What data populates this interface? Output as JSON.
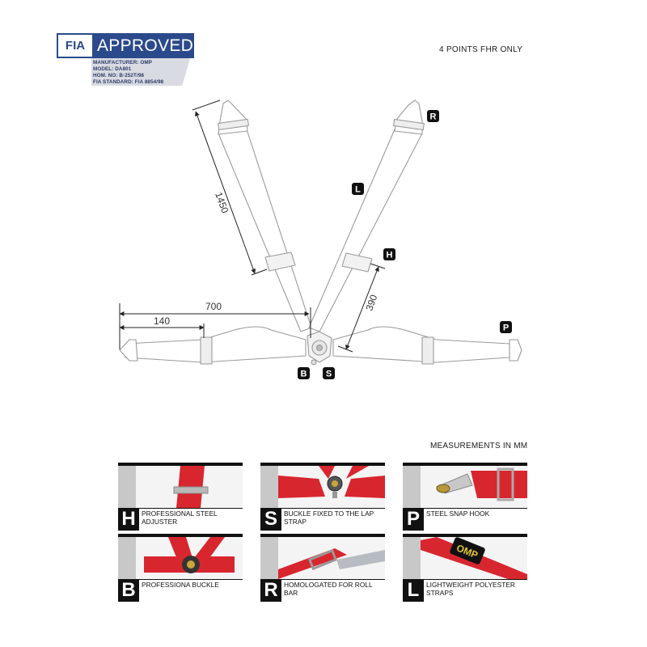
{
  "badge": {
    "logo": "FIA",
    "title": "APPROVED",
    "lines": [
      "MANUFACTURER: OMP",
      "MODEL: DA801",
      "HOM. NO: B-252T/98",
      "FIA STANDARD: FIA 8854/98"
    ]
  },
  "header": {
    "right_label": "4 POINTS  FHR ONLY"
  },
  "diagram": {
    "dimensions": {
      "shoulder": "1450",
      "lap_total": "700",
      "lap_short": "140",
      "adjuster": "390"
    },
    "markers": {
      "r": "R",
      "l": "L",
      "h": "H",
      "p": "P",
      "b": "B",
      "s": "S"
    }
  },
  "measurements_label": "MEASUREMENTS IN MM",
  "features": [
    {
      "letter": "H",
      "caption": "PROFESSIONAL STEEL ADJUSTER"
    },
    {
      "letter": "S",
      "caption": "BUCKLE FIXED TO THE LAP STRAP"
    },
    {
      "letter": "P",
      "caption": "STEEL SNAP HOOK"
    },
    {
      "letter": "B",
      "caption": "PROFESSIONA BUCKLE"
    },
    {
      "letter": "R",
      "caption": "HOMOLOGATED FOR ROLL BAR"
    },
    {
      "letter": "L",
      "caption": "LIGHTWEIGHT POLYESTER STRAPS"
    }
  ],
  "tile_logo_text": "OMP",
  "colors": {
    "fia_blue": "#2b4a8b",
    "strap_red": "#d8262f",
    "marker_black": "#111111"
  }
}
